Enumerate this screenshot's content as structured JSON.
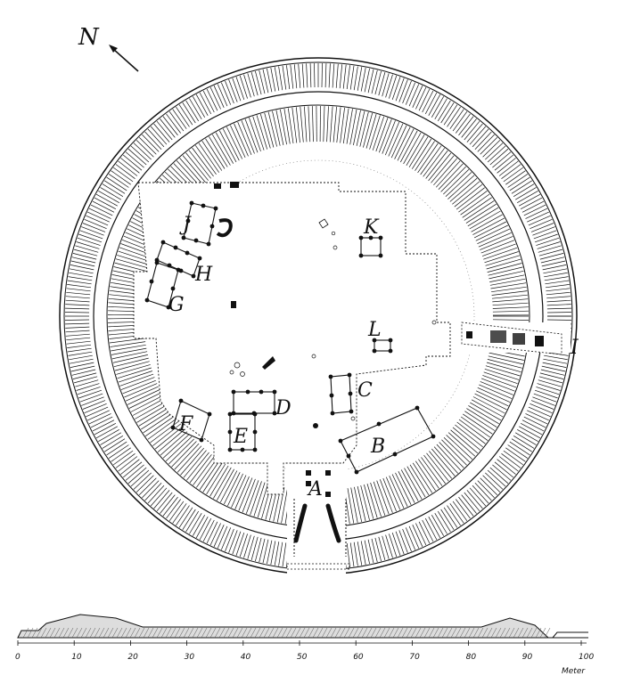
{
  "north_marker": "N",
  "site_labels": {
    "A": "A",
    "B": "B",
    "C": "C",
    "D": "D",
    "E": "E",
    "F": "F",
    "G": "G",
    "H": "H",
    "I": "I",
    "J": "J",
    "K": "K",
    "L": "L"
  },
  "scale": {
    "unit": "Meter",
    "ticks": [
      "0",
      "10",
      "20",
      "30",
      "40",
      "50",
      "60",
      "70",
      "80",
      "90",
      "100"
    ]
  },
  "colors": {
    "ink": "#111111",
    "paper": "#ffffff"
  }
}
